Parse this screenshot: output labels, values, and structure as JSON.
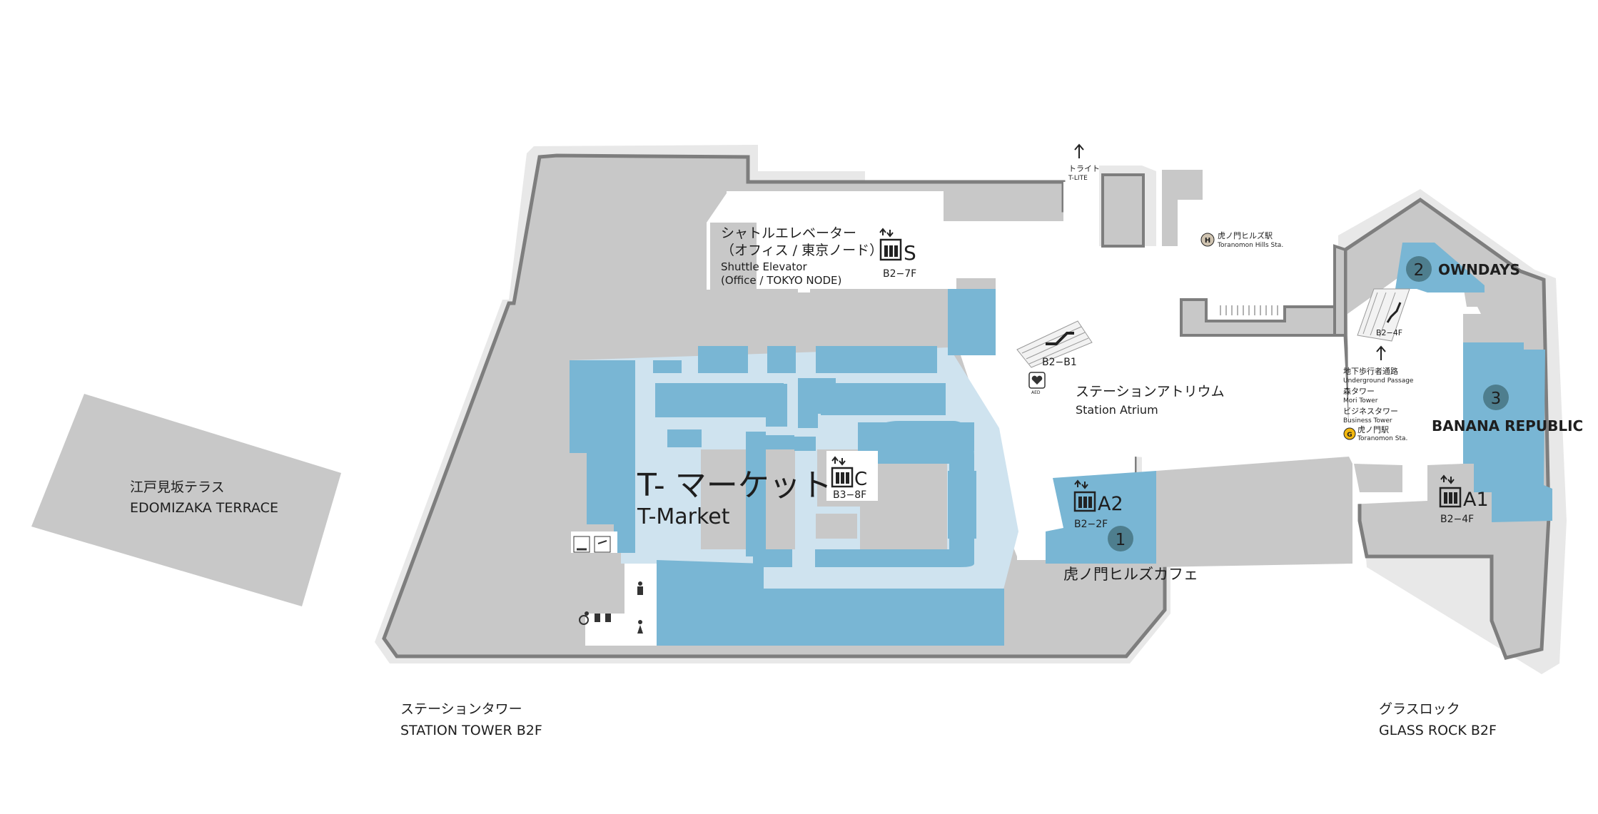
{
  "buildings": {
    "edomizaka": {
      "name_ja": "江戸見坂テラス",
      "name_en": "EDOMIZAKA TERRACE"
    },
    "station_tower": {
      "name_ja": "ステーションタワー",
      "name_en": "STATION TOWER B2F"
    },
    "glass_rock": {
      "name_ja": "グラスロック",
      "name_en": "GLASS ROCK B2F"
    }
  },
  "areas": {
    "t_market": {
      "name_ja": "T- マーケット",
      "name_en": "T-Market"
    },
    "station_atrium": {
      "name_ja": "ステーションアトリウム",
      "name_en": "Station Atrium"
    }
  },
  "elevators": {
    "shuttle": {
      "name_ja_1": "シャトルエレベーター",
      "name_ja_2": "（オフィス / 東京ノード）",
      "name_en_1": "Shuttle Elevator",
      "name_en_2": "(Office / TOKYO NODE)",
      "code": "S",
      "floors": "B2−7F"
    },
    "c": {
      "code": "C",
      "floors": "B3−8F"
    },
    "a2": {
      "code": "A2",
      "floors": "B2−2F"
    },
    "a1": {
      "code": "A1",
      "floors": "B2−4F"
    }
  },
  "escalators": {
    "atrium": {
      "floors": "B2−B1"
    },
    "glass_rock": {
      "floors": "B2−4F"
    }
  },
  "aed": {
    "label": "AED"
  },
  "stores": [
    {
      "number": "1",
      "name": "虎ノ門ヒルズカフェ"
    },
    {
      "number": "2",
      "name": "OWNDAYS"
    },
    {
      "number": "3",
      "name": "BANANA REPUBLIC"
    }
  ],
  "directions": {
    "t_lite": {
      "ja": "トライト",
      "en": "T-LITE"
    },
    "toranomon_hills_sta": {
      "icon": "H",
      "ja": "虎ノ門ヒルズ駅",
      "en": "Toranomon Hills Sta."
    },
    "underground": {
      "ja": "地下歩行者通路",
      "en": "Underground Passage"
    },
    "mori_tower": {
      "ja": "森タワー",
      "en": "Mori Tower"
    },
    "business_tower": {
      "ja": "ビジネスタワー",
      "en": "Business Tower"
    },
    "toranomon_sta": {
      "icon": "G",
      "ja": "虎ノ門駅",
      "en": "Toranomon Sta."
    }
  },
  "colors": {
    "building": "#c8c8c8",
    "outline": "#7e7e7e",
    "shadow": "#e6e6e6",
    "store": "#79b6d4",
    "corridor": "#cfe3ef",
    "badge": "#4e7e8e"
  }
}
